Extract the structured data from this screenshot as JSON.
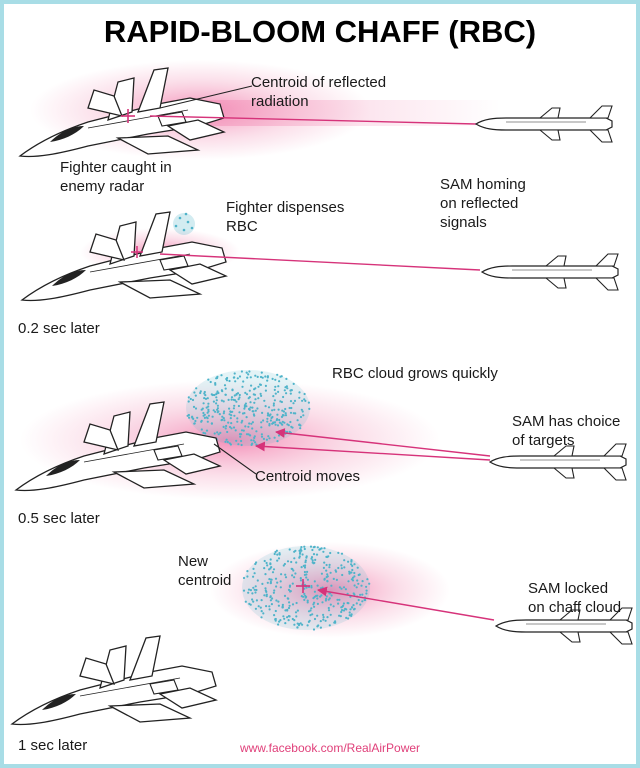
{
  "title": "RAPID-BLOOM CHAFF (RBC)",
  "panels": [
    {
      "time_label": "",
      "labels": {
        "centroid_line1": "Centroid of reflected",
        "centroid_line2": "radiation",
        "fighter_line1": "Fighter caught in",
        "fighter_line2": "enemy radar"
      }
    },
    {
      "time_label": "0.2 sec later",
      "labels": {
        "dispense_line1": "Fighter dispenses",
        "dispense_line2": "RBC",
        "sam_line1": "SAM homing",
        "sam_line2": "on reflected",
        "sam_line3": "signals"
      }
    },
    {
      "time_label": "0.5 sec later",
      "labels": {
        "cloud": "RBC cloud grows quickly",
        "choice_line1": "SAM has choice",
        "choice_line2": "of targets",
        "centroid_moves": "Centroid moves"
      }
    },
    {
      "time_label": "1 sec later",
      "labels": {
        "new_line1": "New",
        "new_line2": "centroid",
        "locked_line1": "SAM locked",
        "locked_line2": "on chaff cloud"
      }
    }
  ],
  "credit": "www.facebook.com/RealAirPower",
  "colors": {
    "frame": "#a8dde6",
    "radar_glow": "#f4a6c4",
    "radar_line": "#d6337a",
    "chaff": "#4fb3c9",
    "aircraft_outline": "#222222"
  }
}
